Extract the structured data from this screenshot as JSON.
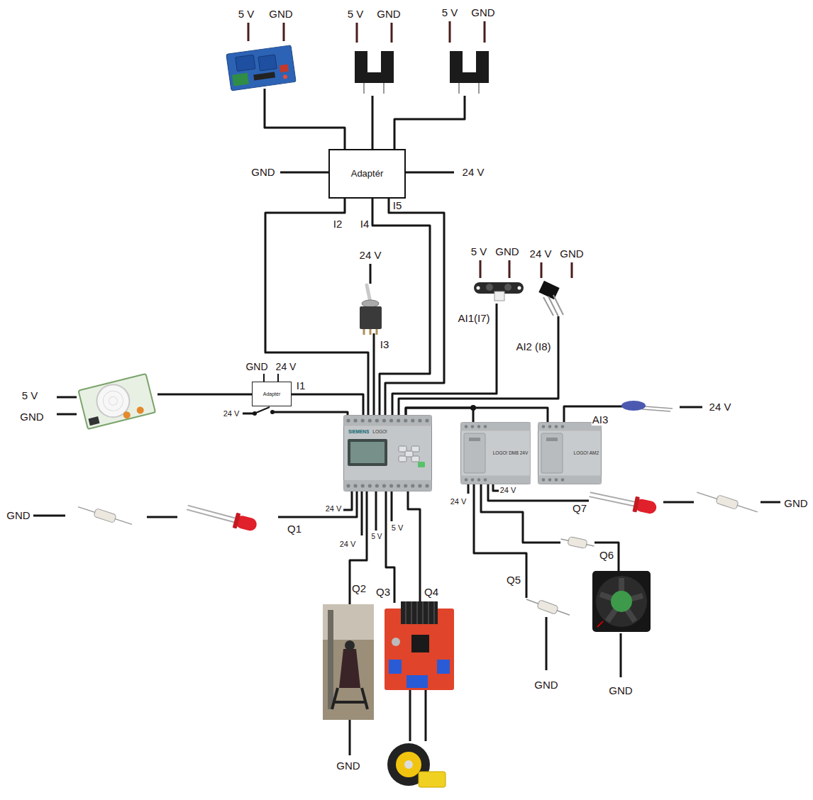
{
  "diagram": {
    "nodes": [
      {
        "text": [
          "Adaptér"
        ]
      },
      {
        "text": [
          "Adaptér"
        ]
      },
      {
        "text": [
          "SIEMENS",
          "LOGO!"
        ]
      },
      {
        "text": [
          "LOGO! DM8 24V"
        ]
      },
      {
        "text": [
          "LOGO! AM2"
        ]
      }
    ],
    "edges": [
      {
        "from": 0,
        "to": 2,
        "label": "I2",
        "arrow": "none"
      },
      {
        "from": 0,
        "to": 2,
        "label": "I4",
        "arrow": "none"
      },
      {
        "from": 0,
        "to": 2,
        "label": "I5",
        "arrow": "none"
      },
      {
        "from": 1,
        "to": 2,
        "label": "I1",
        "arrow": "none"
      },
      {
        "from": 2,
        "to": 3,
        "arrow": "none"
      },
      {
        "from": 2,
        "to": 4,
        "arrow": "none"
      }
    ],
    "labels": [
      "5 V",
      "GND",
      "5 V",
      "GND",
      "5 V",
      "GND",
      "GND",
      "24 V",
      "24 V",
      "I3",
      "5 V",
      "GND",
      "24 V",
      "GND",
      "AI1(I7)",
      "AI2 (I8)",
      "5 V",
      "GND",
      "GND",
      "24 V",
      "24 V",
      "AI3",
      "24 V",
      "GND",
      "Q1",
      "24 V",
      "24 V",
      "5 V",
      "5 V",
      "Q2",
      "Q3",
      "Q4",
      "GND",
      "24 V",
      "24 V",
      "Q7",
      "GND",
      "Q6",
      "Q5",
      "GND",
      "GND"
    ]
  }
}
